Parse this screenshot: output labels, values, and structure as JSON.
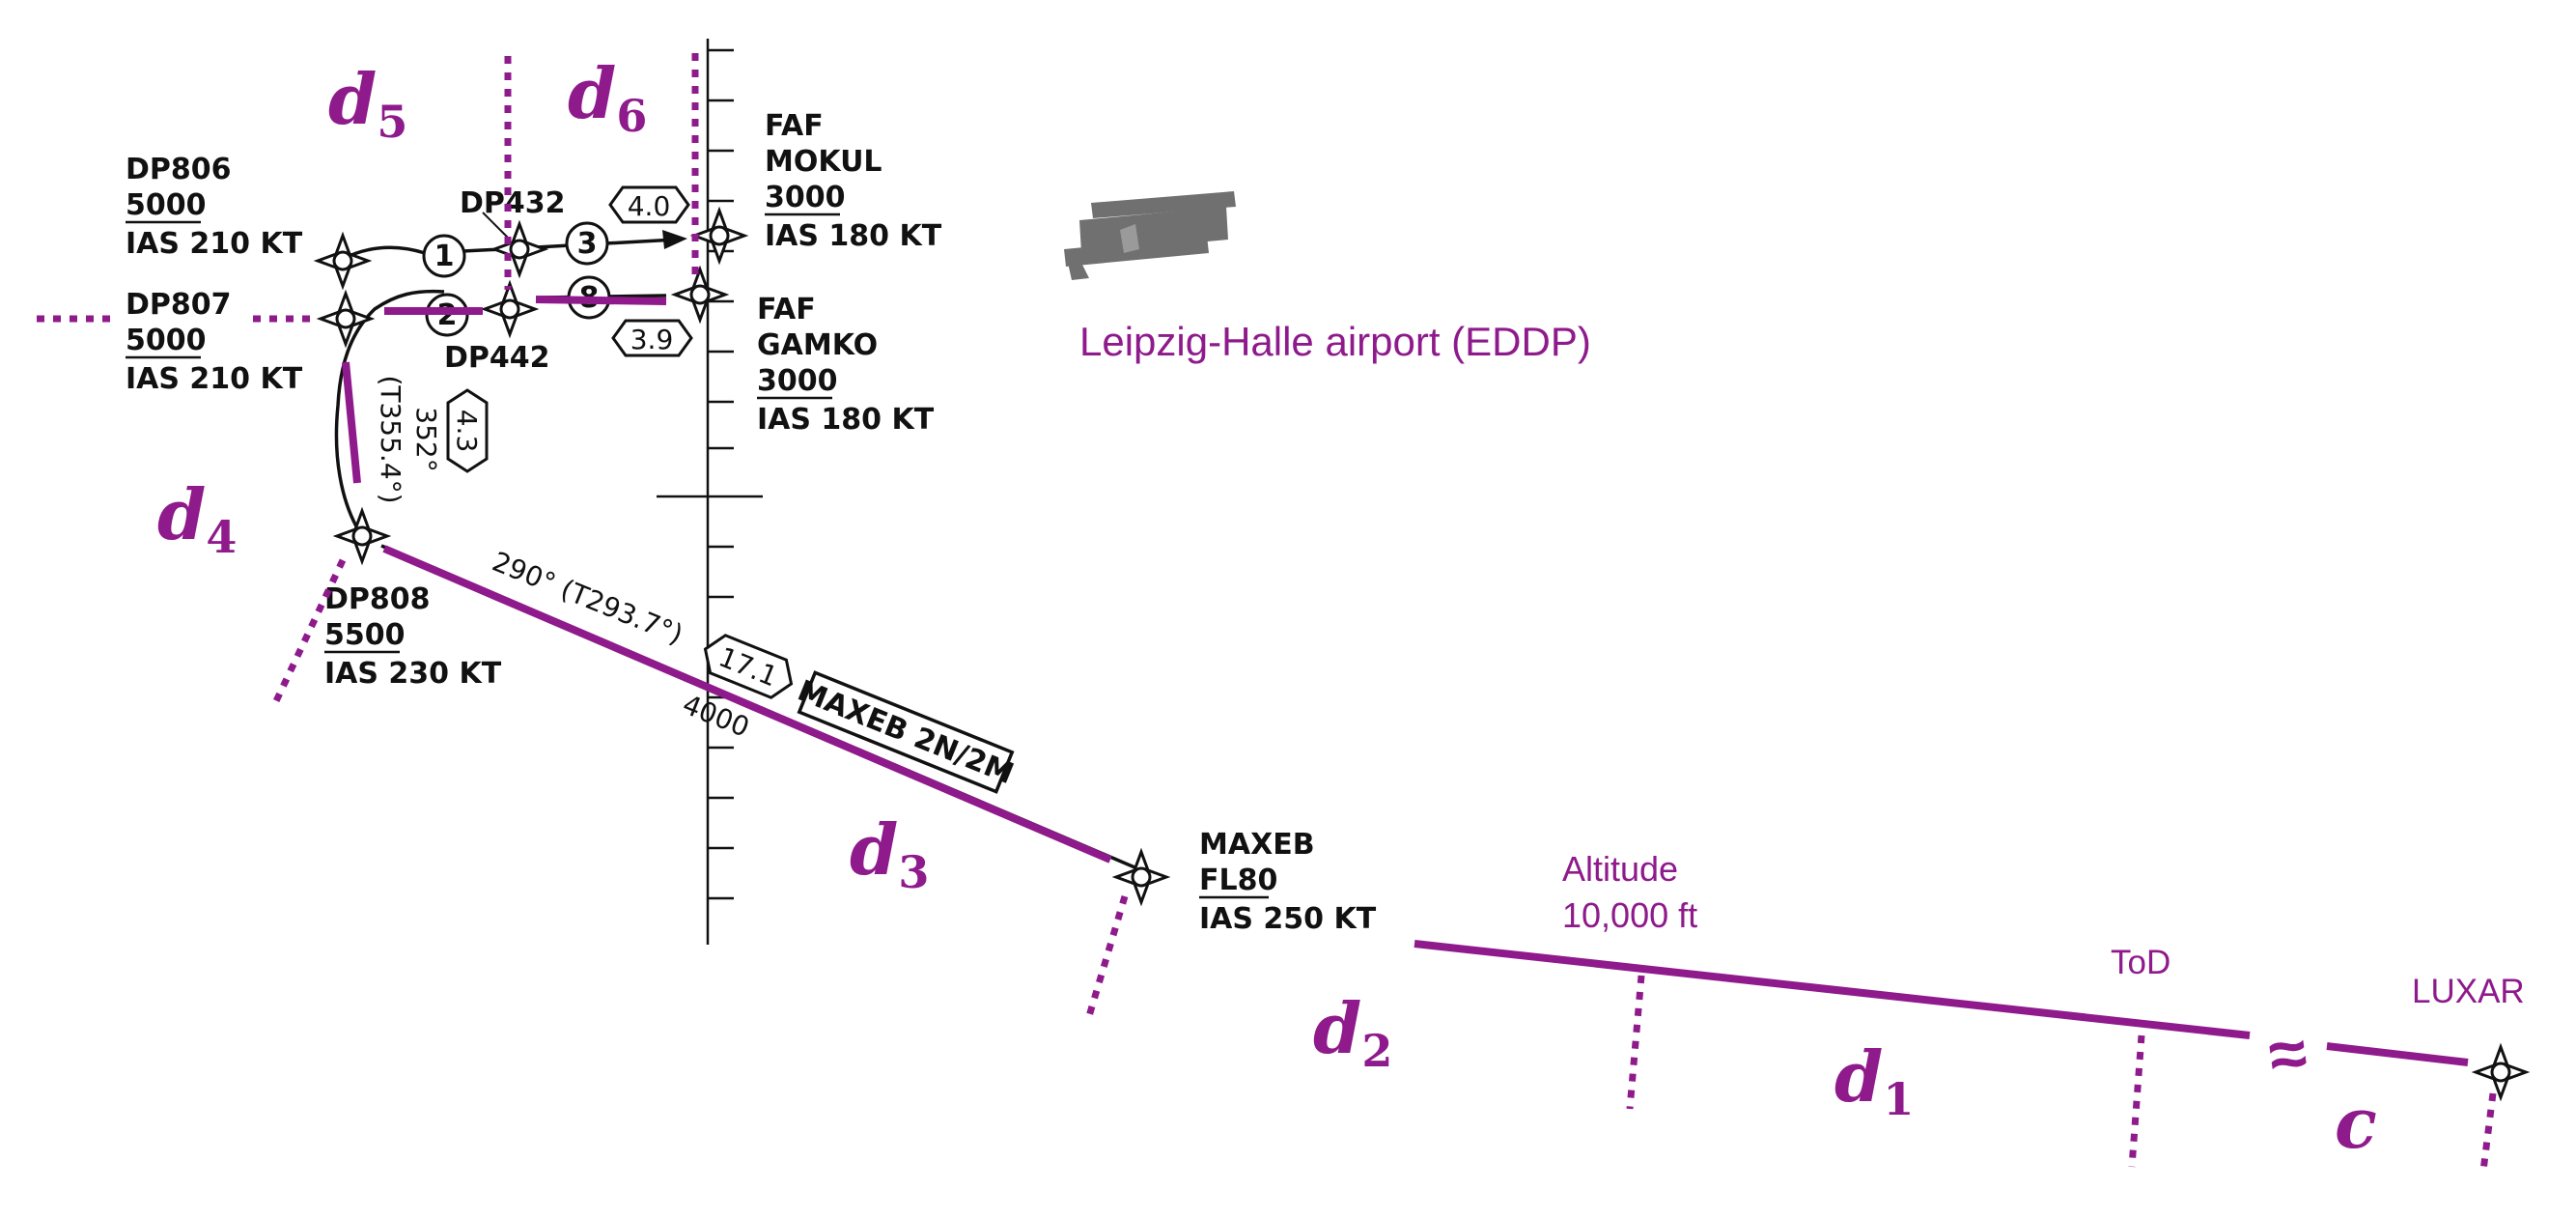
{
  "colors": {
    "accent": "#8e1a8c",
    "chart_ink": "#111111",
    "airport_icon": "#707070"
  },
  "airport": {
    "label": "Leipzig-Halle airport (EDDP)",
    "icon": "airport-runway-icon"
  },
  "waypoints": {
    "dp806": {
      "name": "DP806",
      "alt": "5000",
      "speed": "IAS 210 KT"
    },
    "dp807": {
      "name": "DP807",
      "alt": "5000",
      "speed": "IAS 210 KT"
    },
    "dp808": {
      "name": "DP808",
      "alt": "5500",
      "speed": "IAS 230 KT"
    },
    "dp432": {
      "name": "DP432"
    },
    "dp442": {
      "name": "DP442"
    },
    "mokul": {
      "type": "FAF",
      "name": "MOKUL",
      "alt": "3000",
      "speed": "IAS 180 KT"
    },
    "gamko": {
      "type": "FAF",
      "name": "GAMKO",
      "alt": "3000",
      "speed": "IAS 180 KT"
    },
    "maxeb": {
      "name": "MAXEB",
      "alt": "FL80",
      "speed": "IAS 250 KT"
    },
    "luxar": {
      "name": "LUXAR"
    }
  },
  "chart_annotations": {
    "course_main": "290° (T293.7°)",
    "course_turn_mag": "352°",
    "course_turn_true": "(T355.4°)",
    "dist_main": "17.1",
    "dist_turn": "4.3",
    "dist_upper": "4.0",
    "dist_lower": "3.9",
    "min_alt": "4000",
    "procedure": "MAXEB 2N/2M",
    "circle_1": "1",
    "circle_2": "2",
    "circle_3": "3",
    "circle_8": "8"
  },
  "segments": {
    "d1": {
      "letter": "d",
      "sub": "1"
    },
    "d2": {
      "letter": "d",
      "sub": "2"
    },
    "d3": {
      "letter": "d",
      "sub": "3"
    },
    "d4": {
      "letter": "d",
      "sub": "4"
    },
    "d5": {
      "letter": "d",
      "sub": "5"
    },
    "d6": {
      "letter": "d",
      "sub": "6"
    },
    "c": {
      "letter": "c"
    }
  },
  "profile_labels": {
    "altitude_line1": "Altitude",
    "altitude_line2": "10,000 ft",
    "tod": "ToD",
    "break_symbol": "≈"
  }
}
